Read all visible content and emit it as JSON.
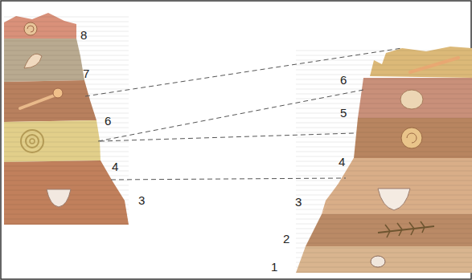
{
  "diagram": {
    "labels": [
      "8",
      "7",
      "6",
      "4",
      "3",
      "6",
      "5",
      "4",
      "3",
      "2",
      "1"
    ]
  }
}
